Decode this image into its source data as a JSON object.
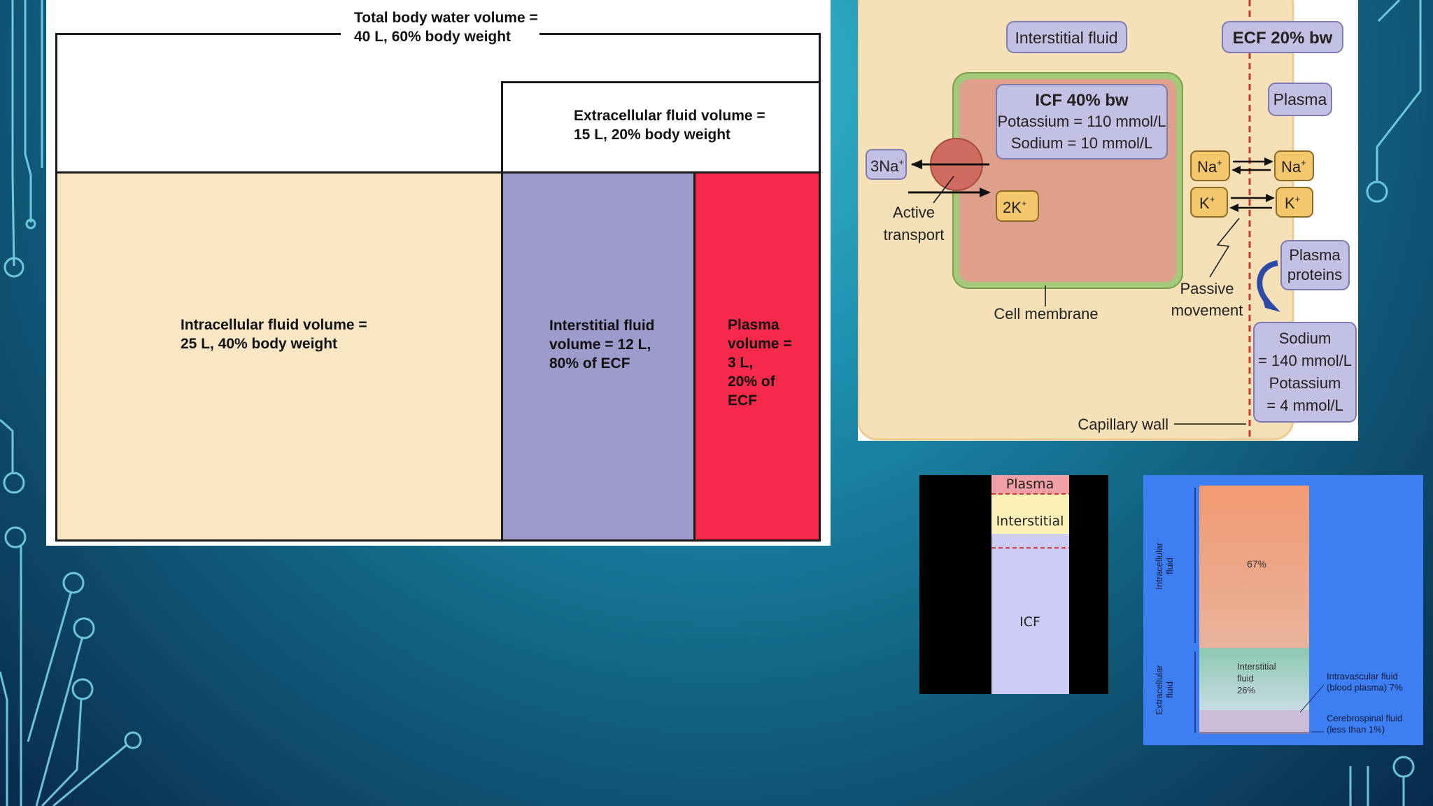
{
  "fluid_volumes": {
    "total": "Total body water volume =\n40 L, 60% body weight",
    "ecf": "Extracellular fluid volume =\n15 L, 20% body weight",
    "icf": "Intracellular fluid volume =\n25 L, 40% body weight",
    "interstitial": "Interstitial fluid\nvolume = 12 L,\n80% of ECF",
    "plasma": "Plasma\nvolume =\n3 L,\n20% of\nECF",
    "colors": {
      "icf": "#f8e6c4",
      "interstitial": "#9c9bcc",
      "plasma": "#f5294a"
    }
  },
  "compartments": {
    "interstitial_fluid": "Interstitial fluid",
    "ecf": "ECF  20% bw",
    "icf_title": "ICF  40% bw",
    "icf_potassium": "Potassium = 110 mmol/L",
    "icf_sodium": "Sodium = 10 mmol/L",
    "plasma": "Plasma",
    "na_out": "3Na",
    "k_in": "2K",
    "active": "Active",
    "transport": "transport",
    "na_left": "Na",
    "na_right": "Na",
    "k_left": "K",
    "k_right": "K",
    "plus": "+",
    "plasma_proteins_1": "Plasma",
    "plasma_proteins_2": "proteins",
    "passive_1": "Passive",
    "passive_2": "movement",
    "cell_membrane": "Cell membrane",
    "ecf_sodium_1": "Sodium",
    "ecf_sodium_2": "= 140 mmol/L",
    "ecf_potassium_1": "Potassium",
    "ecf_potassium_2": "= 4 mmol/L",
    "capillary_wall": "Capillary wall"
  },
  "simple_bar": {
    "plasma": "Plasma",
    "interstitial": "Interstitial",
    "icf": "ICF"
  },
  "percent_bar": {
    "intracellular_1": "Intracellular",
    "intracellular_2": "fluid",
    "icf_pct": "67%",
    "extracellular_1": "Extracellular",
    "extracellular_2": "fluid",
    "interstitial_1": "Interstitial",
    "interstitial_2": "fluid",
    "interstitial_pct": "26%",
    "intravascular_1": "Intravascular fluid",
    "intravascular_2": "(blood plasma) 7%",
    "csf_1": "Cerebrospinal fluid",
    "csf_2": "(less than 1%)"
  }
}
